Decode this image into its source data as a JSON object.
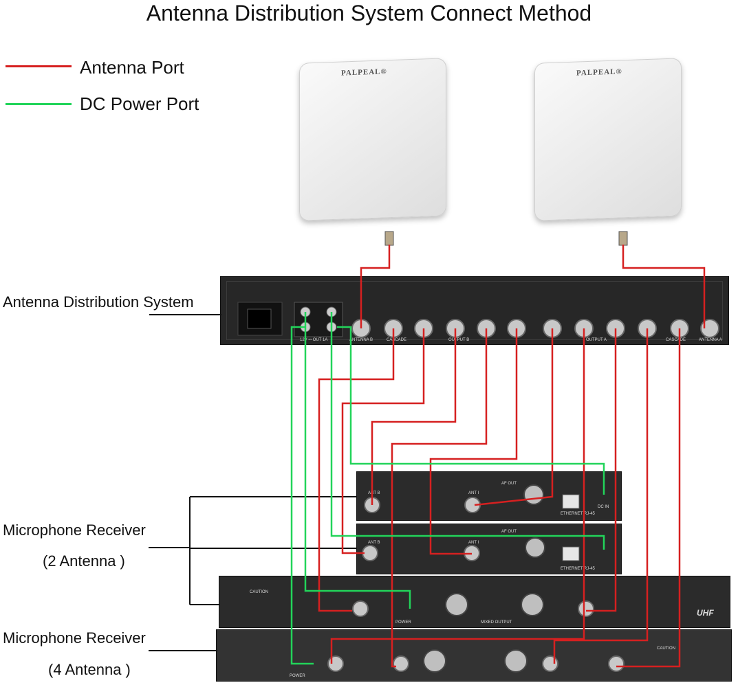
{
  "title": "Antenna Distribution System Connect Method",
  "legend": [
    {
      "label": "Antenna Port",
      "color": "#d62020"
    },
    {
      "label": "DC Power Port",
      "color": "#22d45a"
    }
  ],
  "labels": {
    "distribution": "Antenna Distribution System",
    "receiver2_line1": "Microphone Receiver",
    "receiver2_line2": "(2 Antenna )",
    "receiver4_line1": "Microphone Receiver",
    "receiver4_line2": "(4 Antenna )"
  },
  "antenna_brand": "PALPEAL®",
  "distribution_panel": {
    "antenna_b": "ANTENNA B",
    "cascade": "CASCADE",
    "output_b": "OUTPUT B",
    "output_a": "OUTPUT A",
    "antenna_a": "ANTENNA A",
    "dc_out": "12V ⎓ OUT 1A"
  },
  "receiver_panel": {
    "ant_b": "ANT B",
    "ant_i": "ANT I",
    "af_out": "AF OUT",
    "ethernet": "ETHERNET RJ-45",
    "dc_in": "DC IN"
  },
  "receiver4_panel": {
    "caution": "CAUTION",
    "power": "POWER",
    "mixed_output": "MIXED OUTPUT",
    "uhf": "UHF"
  },
  "colors": {
    "antenna_line": "#d62020",
    "power_line": "#22d45a",
    "device": "#2b2b2b"
  }
}
